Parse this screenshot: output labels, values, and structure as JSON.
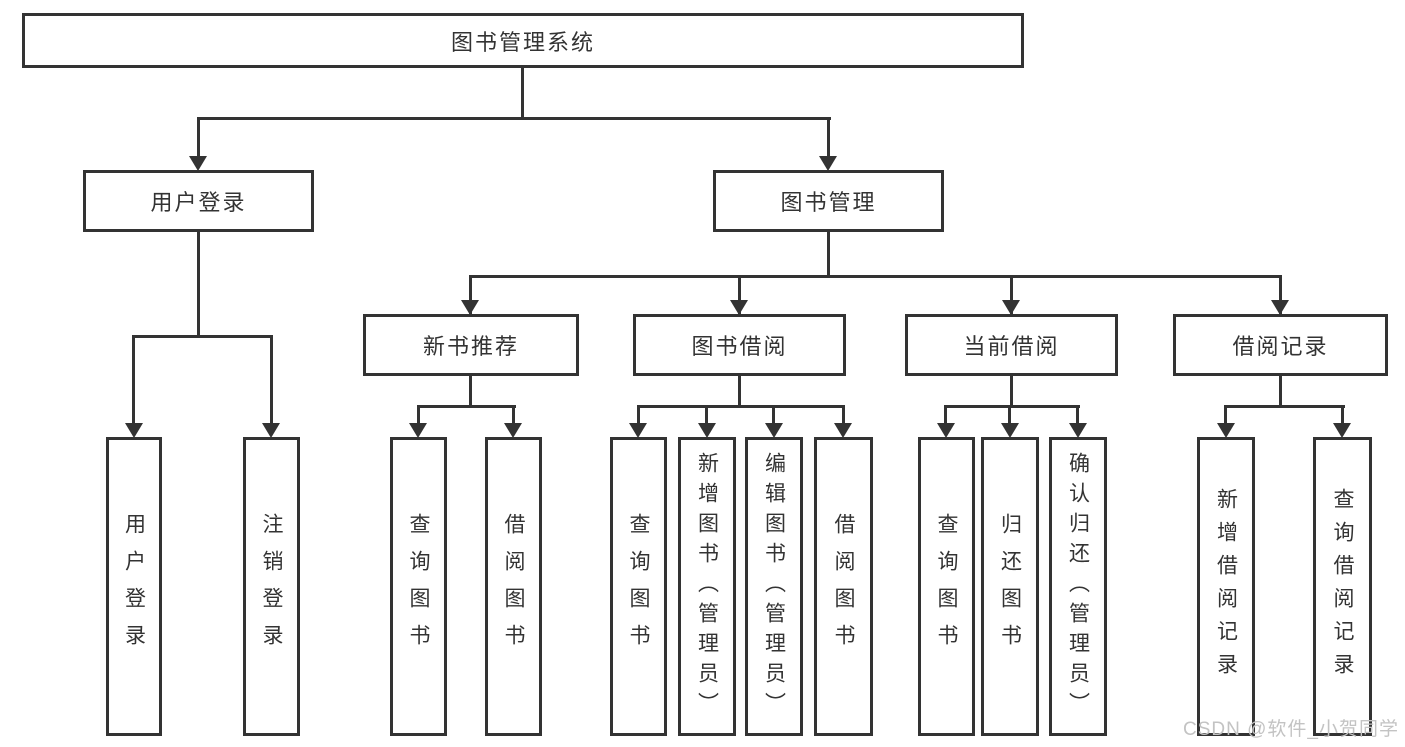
{
  "tree": {
    "root": {
      "label": "图书管理系统",
      "children": [
        {
          "label": "用户登录",
          "children": [
            {
              "label": "用户登录"
            },
            {
              "label": "注销登录"
            }
          ]
        },
        {
          "label": "图书管理",
          "children": [
            {
              "label": "新书推荐",
              "children": [
                {
                  "label": "查询图书"
                },
                {
                  "label": "借阅图书"
                }
              ]
            },
            {
              "label": "图书借阅",
              "children": [
                {
                  "label": "查询图书"
                },
                {
                  "label": "新增图书（管理员）"
                },
                {
                  "label": "编辑图书（管理员）"
                },
                {
                  "label": "借阅图书"
                }
              ]
            },
            {
              "label": "当前借阅",
              "children": [
                {
                  "label": "查询图书"
                },
                {
                  "label": "归还图书"
                },
                {
                  "label": "确认归还（管理员）"
                }
              ]
            },
            {
              "label": "借阅记录",
              "children": [
                {
                  "label": "新增借阅记录"
                },
                {
                  "label": "查询借阅记录"
                }
              ]
            }
          ]
        }
      ]
    }
  },
  "watermark": {
    "text": "CSDN @软件_小贺同学"
  },
  "colors": {
    "line": "#333333",
    "box_background": "#ffffff",
    "text": "#333333",
    "watermark": "#c3c3c3"
  }
}
